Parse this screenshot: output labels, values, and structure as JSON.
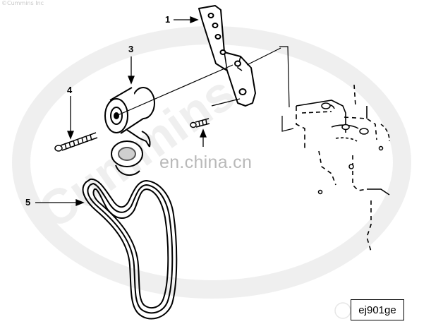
{
  "copyright": "©Cummins Inc",
  "watermarks": {
    "brand": "Cummins",
    "site": "en.china.cn"
  },
  "callouts": [
    "1",
    "3",
    "4",
    "5"
  ],
  "drawing_code": "ej901ge"
}
